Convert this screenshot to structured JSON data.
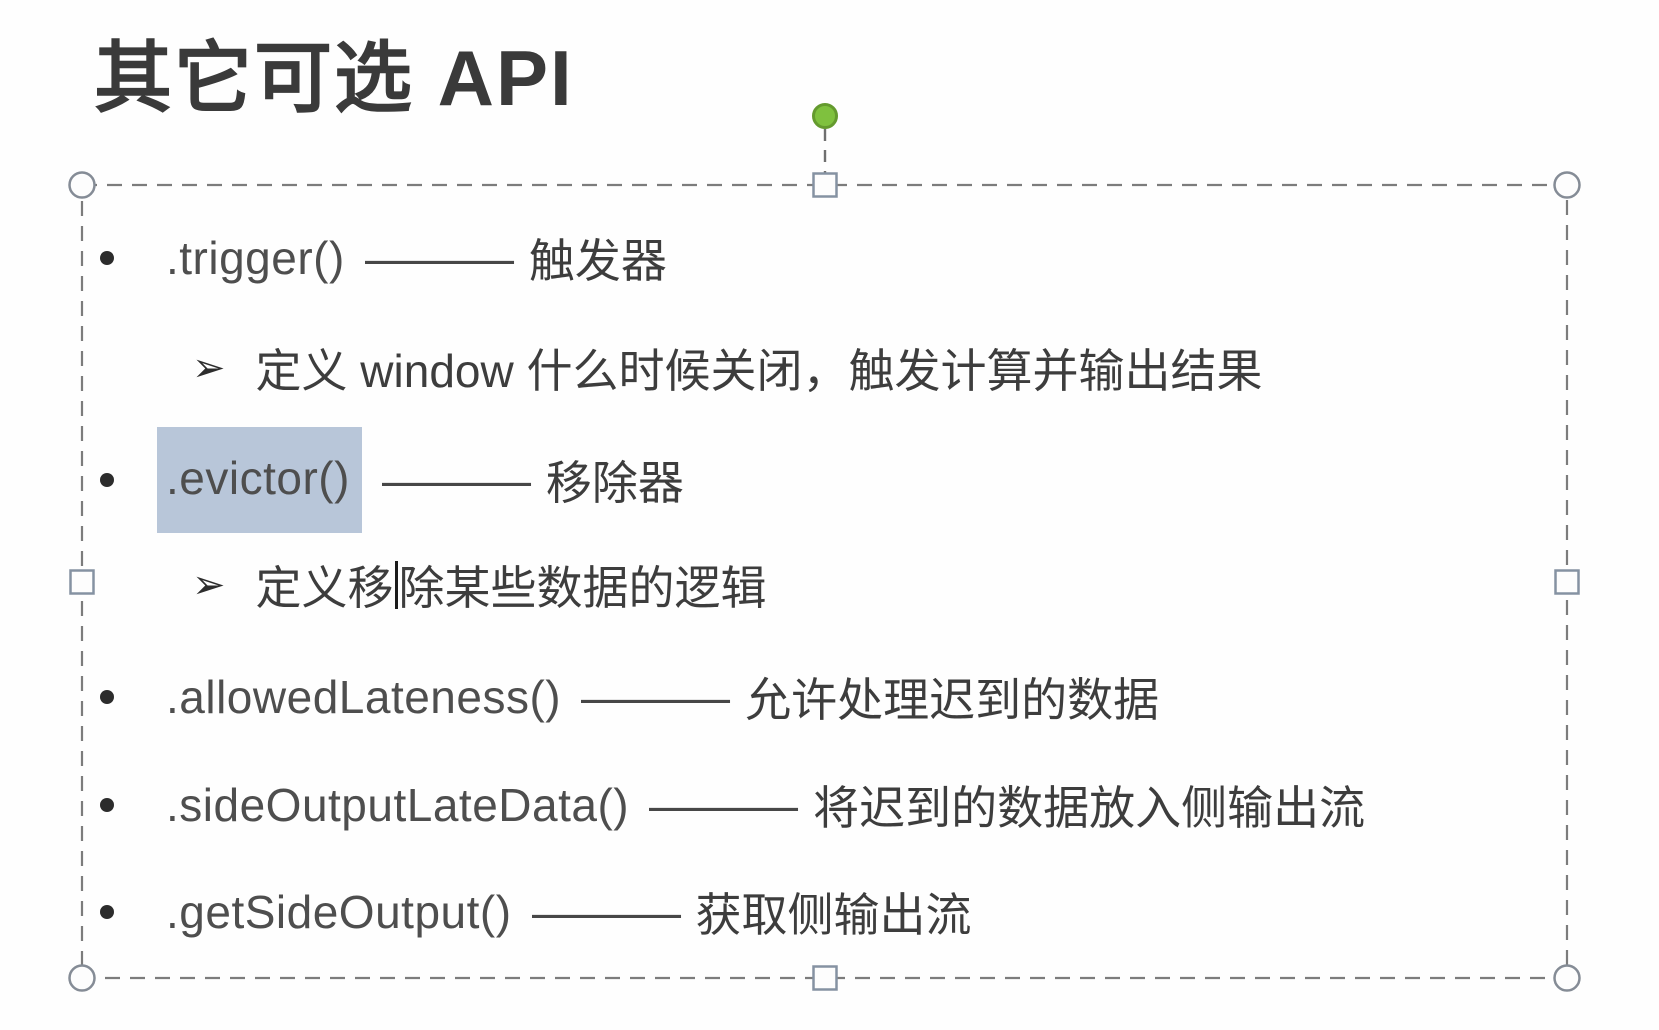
{
  "slide": {
    "title": "其它可选 API",
    "bullets": [
      {
        "type": "api",
        "code": ".trigger()",
        "dash": "——",
        "label": "触发器",
        "highlighted": false
      },
      {
        "type": "sub",
        "marker": "➢",
        "text": "定义 window 什么时候关闭，触发计算并输出结果"
      },
      {
        "type": "api",
        "code": ".evictor()",
        "dash": "——",
        "label": "移除器",
        "highlighted": true
      },
      {
        "type": "sub",
        "marker": "➢",
        "text_before_cursor": "定义移",
        "text_after_cursor": "除某些数据的逻辑"
      },
      {
        "type": "api",
        "code": ".allowedLateness()",
        "dash": "——",
        "label": "允许处理迟到的数据"
      },
      {
        "type": "api",
        "code": ".sideOutputLateData()",
        "dash": "——",
        "label": "将迟到的数据放入侧输出流"
      },
      {
        "type": "api",
        "code": ".getSideOutput()",
        "dash": "——",
        "label": "获取侧输出流"
      }
    ],
    "selection": {
      "border_color": "#7c7c7c",
      "handle_fill": "#fdfdfd",
      "handle_stroke": "#8592a2",
      "rotate_handle_color": "#7fc13e",
      "text_highlight_color": "#b8c6d9"
    }
  }
}
